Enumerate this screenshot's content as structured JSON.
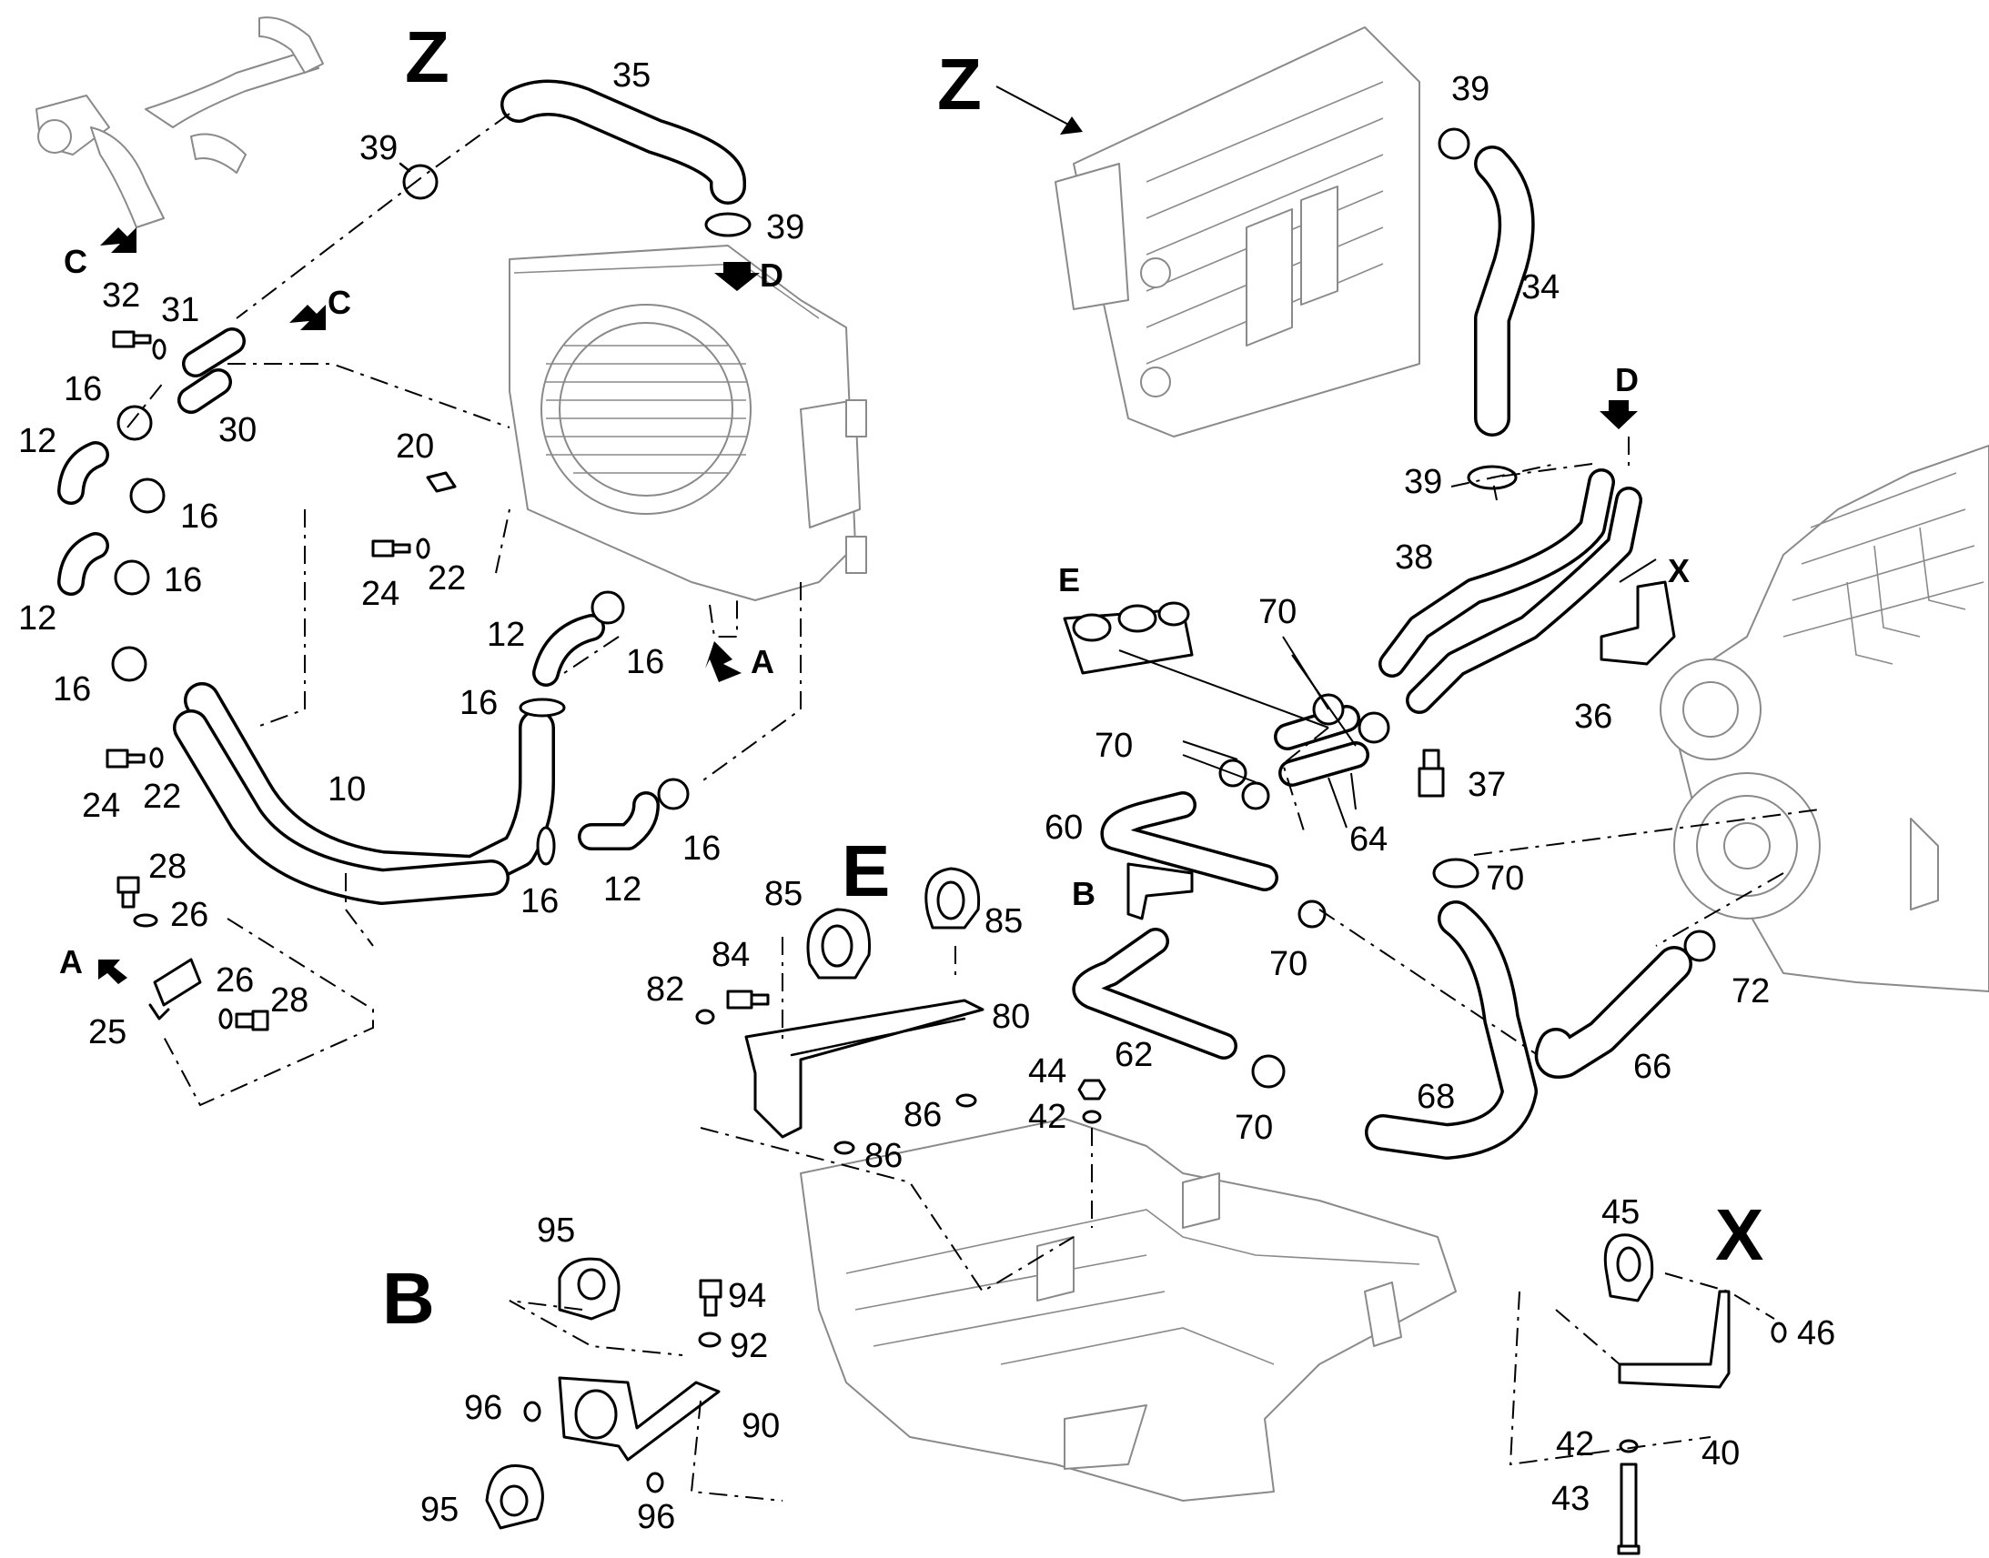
{
  "diagram": {
    "view_titles": {
      "z_left": "Z",
      "z_right": "Z",
      "e_detail": "E",
      "b_detail": "B",
      "x_detail": "X"
    },
    "section_markers": {
      "c_upper": "C",
      "c_mid": "C",
      "d_upper": "D",
      "d_right": "D",
      "a_right": "A",
      "a_left": "A",
      "e_small": "E",
      "b_small": "B",
      "x_small": "X"
    },
    "callouts": {
      "n35": "35",
      "n39_a": "39",
      "n39_b": "39",
      "n32": "32",
      "n31": "31",
      "n30": "30",
      "n16_a": "16",
      "n12_a": "12",
      "n16_b": "16",
      "n16_c": "16",
      "n12_b": "12",
      "n16_d": "16",
      "n24_a": "24",
      "n22_a": "22",
      "n20": "20",
      "n24_b": "24",
      "n22_b": "22",
      "n10": "10",
      "n12_c": "12",
      "n16_e": "16",
      "n16_f": "16",
      "n16_g": "16",
      "n16_h": "16",
      "n12_d": "12",
      "n28_a": "28",
      "n26_a": "26",
      "n25": "25",
      "n26_b": "26",
      "n28_b": "28",
      "n39_c": "39",
      "n34": "34",
      "n39_d": "39",
      "n38": "38",
      "n36": "36",
      "n37": "37",
      "n70_a": "70",
      "n70_b": "70",
      "n64": "64",
      "n60": "60",
      "n70_c": "70",
      "n70_d": "70",
      "n72": "72",
      "n66": "66",
      "n68": "68",
      "n62": "62",
      "n70_e": "70",
      "n85_a": "85",
      "n85_b": "85",
      "n84": "84",
      "n82": "82",
      "n80": "80",
      "n86_a": "86",
      "n86_b": "86",
      "n44": "44",
      "n42_a": "42",
      "n95_a": "95",
      "n94": "94",
      "n92": "92",
      "n96_a": "96",
      "n90": "90",
      "n95_b": "95",
      "n96_b": "96",
      "n45": "45",
      "n46": "46",
      "n42_b": "42",
      "n40": "40",
      "n43": "43"
    }
  }
}
